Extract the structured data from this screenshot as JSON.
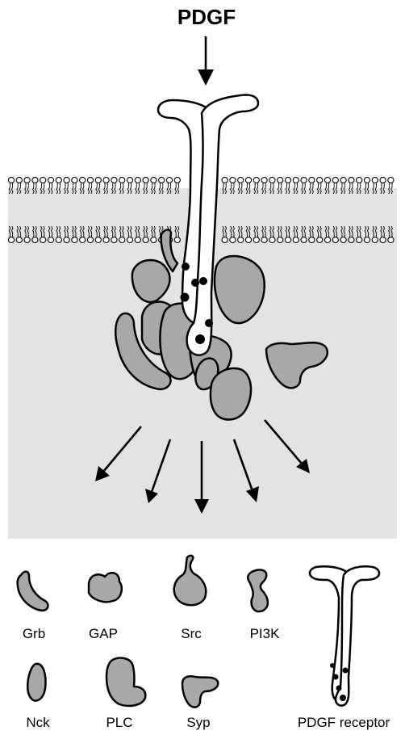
{
  "title": "PDGF",
  "legend": {
    "grb": "Grb",
    "gap": "GAP",
    "src": "Src",
    "pi3k": "PI3K",
    "nck": "Nck",
    "plc": "PLC",
    "syp": "Syp",
    "pdgf_receptor": "PDGF receptor"
  },
  "colors": {
    "cytoplasm": "#e3e3e3",
    "protein": "#a8a8a8",
    "outline": "#000000",
    "background": "#ffffff"
  }
}
